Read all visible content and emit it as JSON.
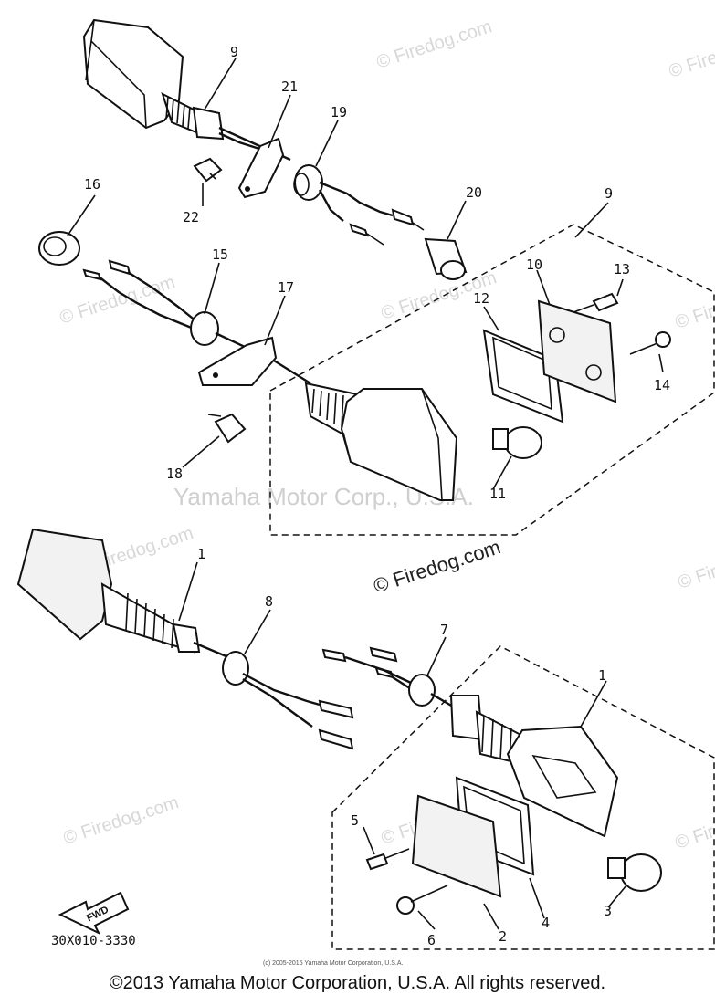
{
  "watermarks": {
    "firedog": "© Firedog.com",
    "firedog_large": "© Firedog.com",
    "yamaha": "Yamaha Motor Corp., U.S.A."
  },
  "callouts": [
    "1",
    "1",
    "2",
    "3",
    "4",
    "5",
    "6",
    "7",
    "8",
    "9",
    "9",
    "10",
    "11",
    "12",
    "13",
    "14",
    "15",
    "16",
    "17",
    "18",
    "19",
    "20",
    "21",
    "22"
  ],
  "fwd_label": "FWD",
  "diagram_code": "30X010-3330",
  "small_copyright": "(c) 2005-2015 Yamaha Motor Corporation, U.S.A.",
  "footer_copyright": "©2013 Yamaha Motor Corporation, U.S.A. All rights reserved."
}
